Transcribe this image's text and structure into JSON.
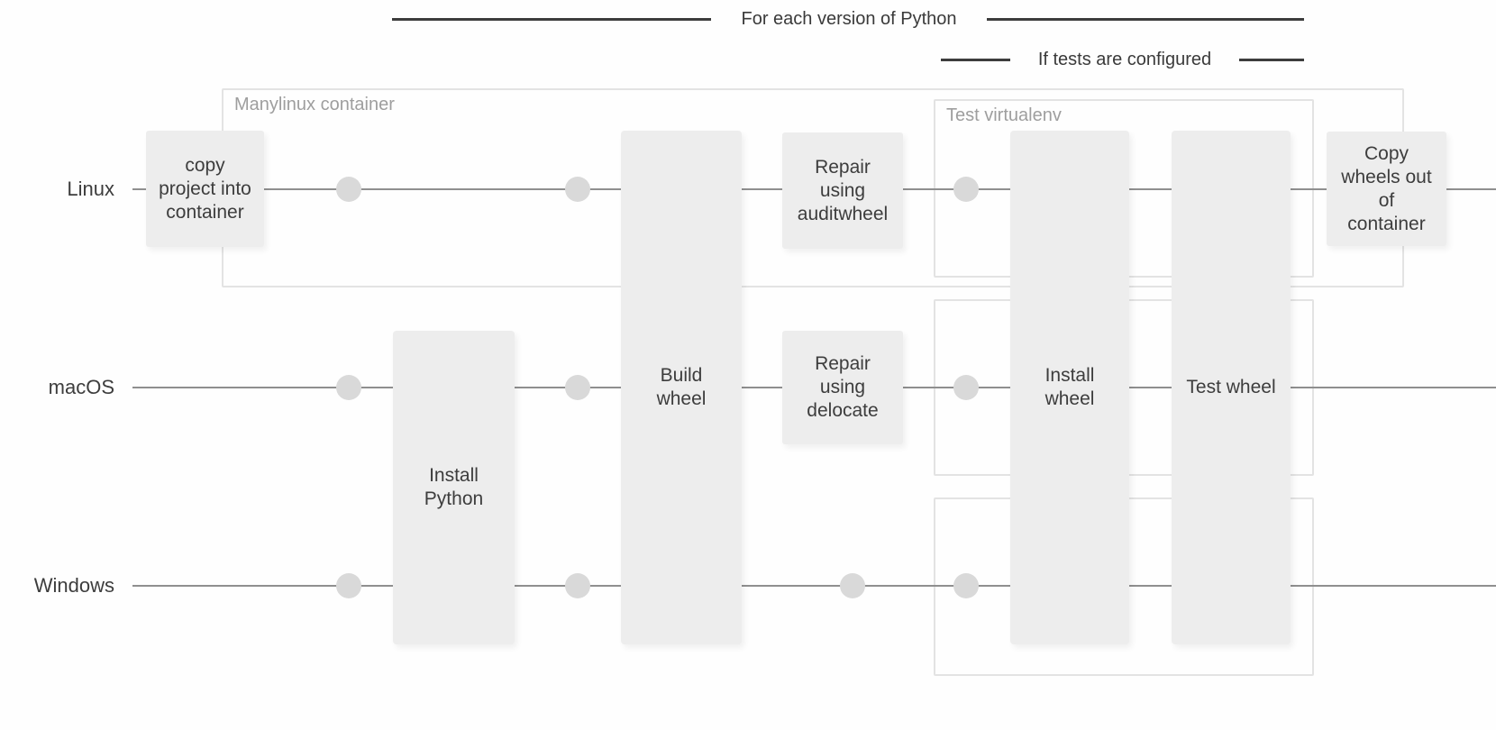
{
  "brackets": {
    "python_versions": "For each version of Python",
    "tests": "If tests are configured"
  },
  "lanes": {
    "linux": "Linux",
    "macos": "macOS",
    "windows": "Windows"
  },
  "containers": {
    "manylinux": "Manylinux container",
    "test_virtualenv": "Test virtualenv"
  },
  "steps": {
    "copy_project": "copy project into container",
    "install_python": "Install Python",
    "build_wheel": "Build wheel",
    "repair_auditwheel": "Repair using auditwheel",
    "repair_delocate": "Repair using delocate",
    "install_wheel": "Install wheel",
    "test_wheel": "Test wheel",
    "copy_wheels_out": "Copy wheels out of container"
  },
  "colors": {
    "background": "#fefefe",
    "step_fill": "#ededed",
    "container_border": "#e3e3e3",
    "lane_line": "#8f8f8f",
    "dot": "#d9d9d9",
    "bracket_line": "#3d3d3d",
    "step_text": "#3d3d3d",
    "container_label_text": "#9e9e9e"
  }
}
